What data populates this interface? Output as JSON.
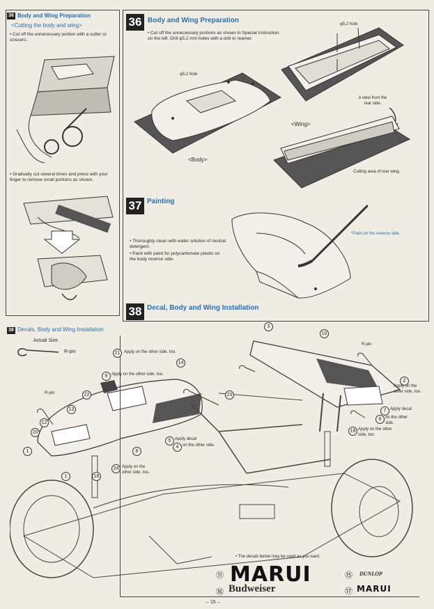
{
  "left_top": {
    "badge": "36",
    "title": "Body and Wing Preparation",
    "subtitle": "<Cutting the body and wing>",
    "note1": "Cut off the unnecessary portion with a cutter or scissors.",
    "note2": "Gradually cut several times and press with your finger to remove small portions as shown."
  },
  "step36": {
    "badge": "36",
    "title": "Body and Wing Preparation",
    "instruction": "Cut off the unnecessary portions as shown in Special Instruction on the left. Drill φ5.2 mm holes with a drill or reamer.",
    "hole_label_wing": "φ5.2 hole",
    "hole_label_body": "φ5.2 hole",
    "view_label": "A view from the rear side.",
    "wing_label": "<Wing>",
    "body_label": "<Body>",
    "cutting_label": "Cutting area of rear wing."
  },
  "step37": {
    "badge": "37",
    "title": "Painting",
    "note1": "Thoroughly clean with water solution of neutral detergent.",
    "note2": "Paint with paint for polycarbonate plastic on the body reverse side.",
    "paint_note": "*Paint on the reverse side."
  },
  "step38": {
    "badge": "38",
    "title": "Decal, Body and Wing Installation"
  },
  "decals": {
    "badge": "38",
    "title": "Decals, Body and Wing Installation",
    "actual_size": "Actual Size",
    "rpin_actual": "R-pin",
    "rpin_left": "R-pin",
    "rpin_right": "R-pin",
    "c21": "Apply on the other side, too.",
    "c9": "Apply on the other side, too.",
    "c5": "Apply decal",
    "c4": "on the other side.",
    "c24": "Apply on the other side, too.",
    "c2": "Apply on the other side, too.",
    "c7": "Apply decal",
    "c6": "on the other side.",
    "c19": "Apply on the other side, too.",
    "bottom_note": "The decals below may be used as you want.",
    "logo_marui": "MARUI",
    "logo_budweiser": "Budweiser",
    "logo_dunlop": "DUNLOP",
    "logo_marui_small": "MARUI",
    "n11": "⑪",
    "n16": "⑯",
    "n15": "⑮",
    "n17": "⑰"
  },
  "nums": {
    "n3": "3",
    "n10": "10",
    "n21": "21",
    "n14": "14",
    "n9": "9",
    "n22": "22",
    "n13": "13",
    "n23": "23",
    "n12": "12",
    "n20": "20",
    "n1a": "1",
    "n1b": "1",
    "n8": "8",
    "n18": "18",
    "n5": "5",
    "n4": "4",
    "n24": "24",
    "n2": "2",
    "n7": "7",
    "n6": "6",
    "n19": "19"
  },
  "page_number": "– 15 –"
}
